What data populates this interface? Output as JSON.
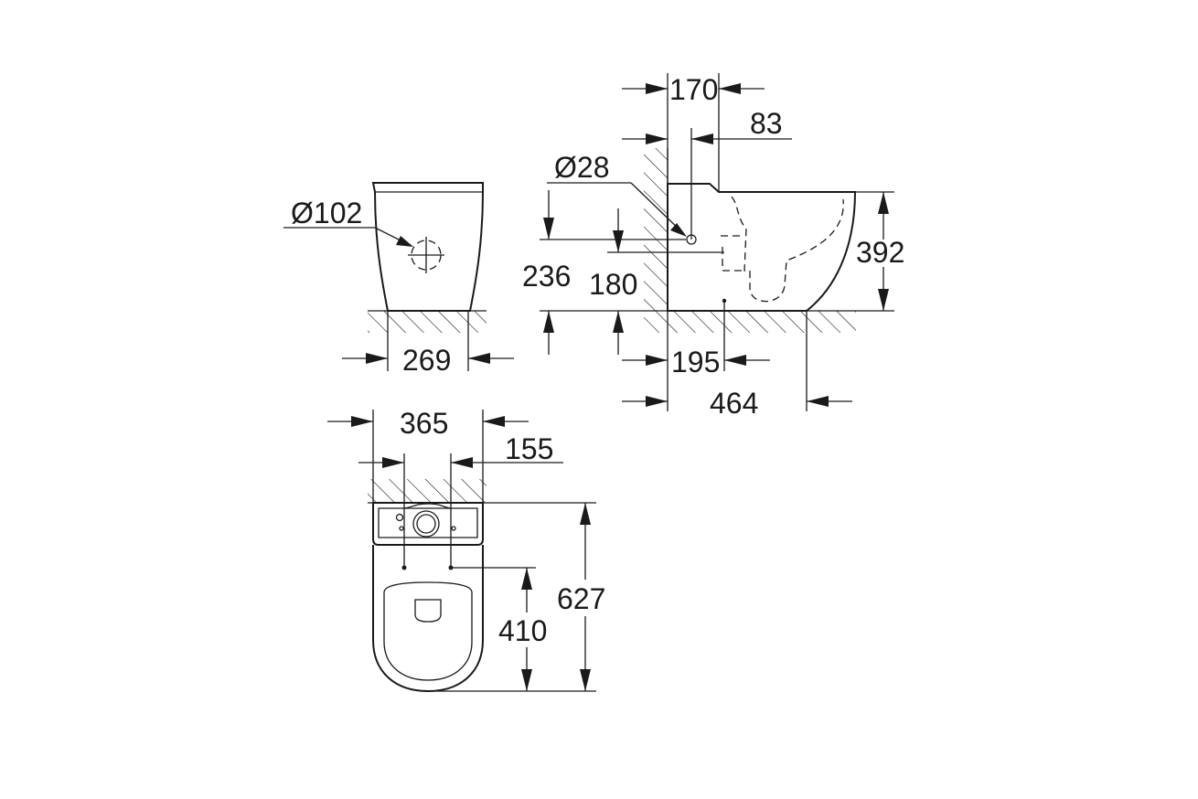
{
  "side_view": {
    "diameter_outlet": "Ø102",
    "width": "269"
  },
  "front_view": {
    "spacing_top": "170",
    "offset_83": "83",
    "diameter_inlet": "Ø28",
    "height_236": "236",
    "height_180": "180",
    "height_392": "392",
    "depth_195": "195",
    "depth_464": "464"
  },
  "top_view": {
    "width_365": "365",
    "offset_155": "155",
    "length_627": "627",
    "length_410": "410"
  },
  "colors": {
    "line": "#1a1a1a",
    "background": "#ffffff"
  }
}
